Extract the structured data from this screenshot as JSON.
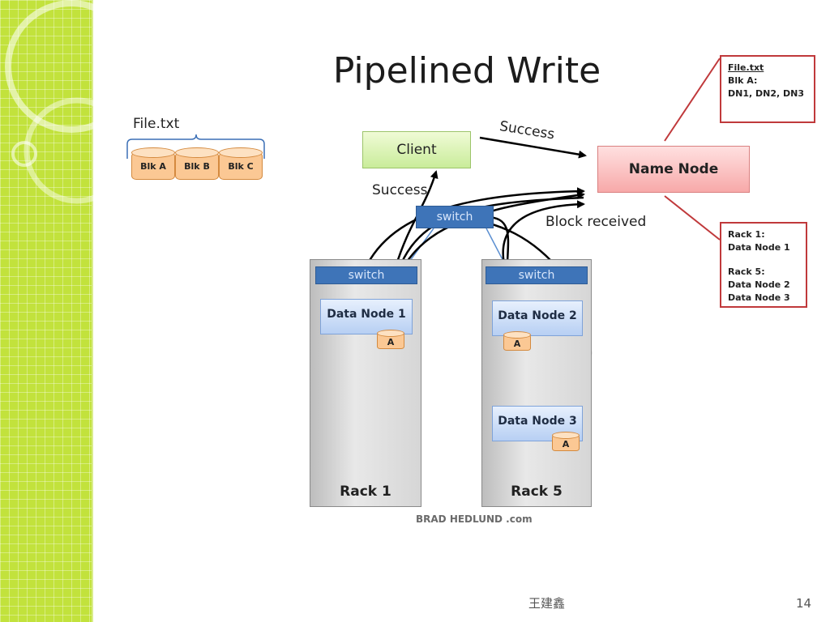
{
  "title": "Pipelined Write",
  "file_group": {
    "label": "File.txt",
    "blocks": [
      "Blk A",
      "Blk B",
      "Blk C"
    ]
  },
  "client": {
    "label": "Client"
  },
  "name_node": {
    "label": "Name Node"
  },
  "labels": {
    "success_top": "Success",
    "success_left": "Success",
    "block_received": "Block received"
  },
  "core_switch": {
    "label": "switch"
  },
  "racks": [
    {
      "label": "Rack 1",
      "switch": "switch",
      "nodes": [
        {
          "label": "Data Node 1",
          "block": "A"
        }
      ]
    },
    {
      "label": "Rack 5",
      "switch": "switch",
      "nodes": [
        {
          "label": "Data Node 2",
          "block": "A"
        },
        {
          "label": "Data Node 3",
          "block": "A"
        }
      ]
    }
  ],
  "callout_file": {
    "lines": [
      "File.txt",
      "Blk A:",
      "DN1, DN2, DN3"
    ]
  },
  "callout_rack": {
    "lines": [
      "Rack 1:",
      "Data Node 1",
      "",
      "Rack 5:",
      "Data Node 2",
      "Data Node 3"
    ]
  },
  "credit": "BRAD HEDLUND .com",
  "footer": {
    "author": "王建鑫",
    "page_number": "14"
  },
  "colors": {
    "sidebar": "#c2e23c",
    "switch": "#3e74b8",
    "callout_border": "#c0393b"
  }
}
